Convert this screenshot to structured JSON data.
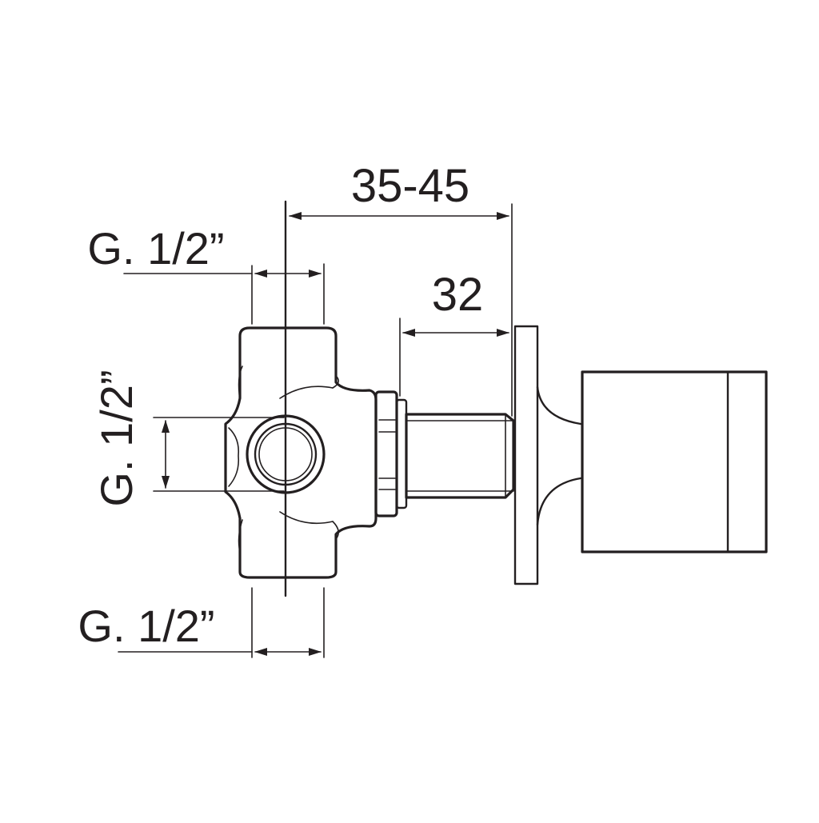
{
  "labels": {
    "total_depth": "35-45",
    "stem_length": "32",
    "top_thread": "G. 1/2”",
    "side_thread": "G. 1/2”",
    "bottom_thread": "G. 1/2”"
  },
  "colors": {
    "line": "#231f20",
    "background": "#ffffff"
  },
  "icons": {
    "arrowhead": "arrowhead-icon"
  }
}
